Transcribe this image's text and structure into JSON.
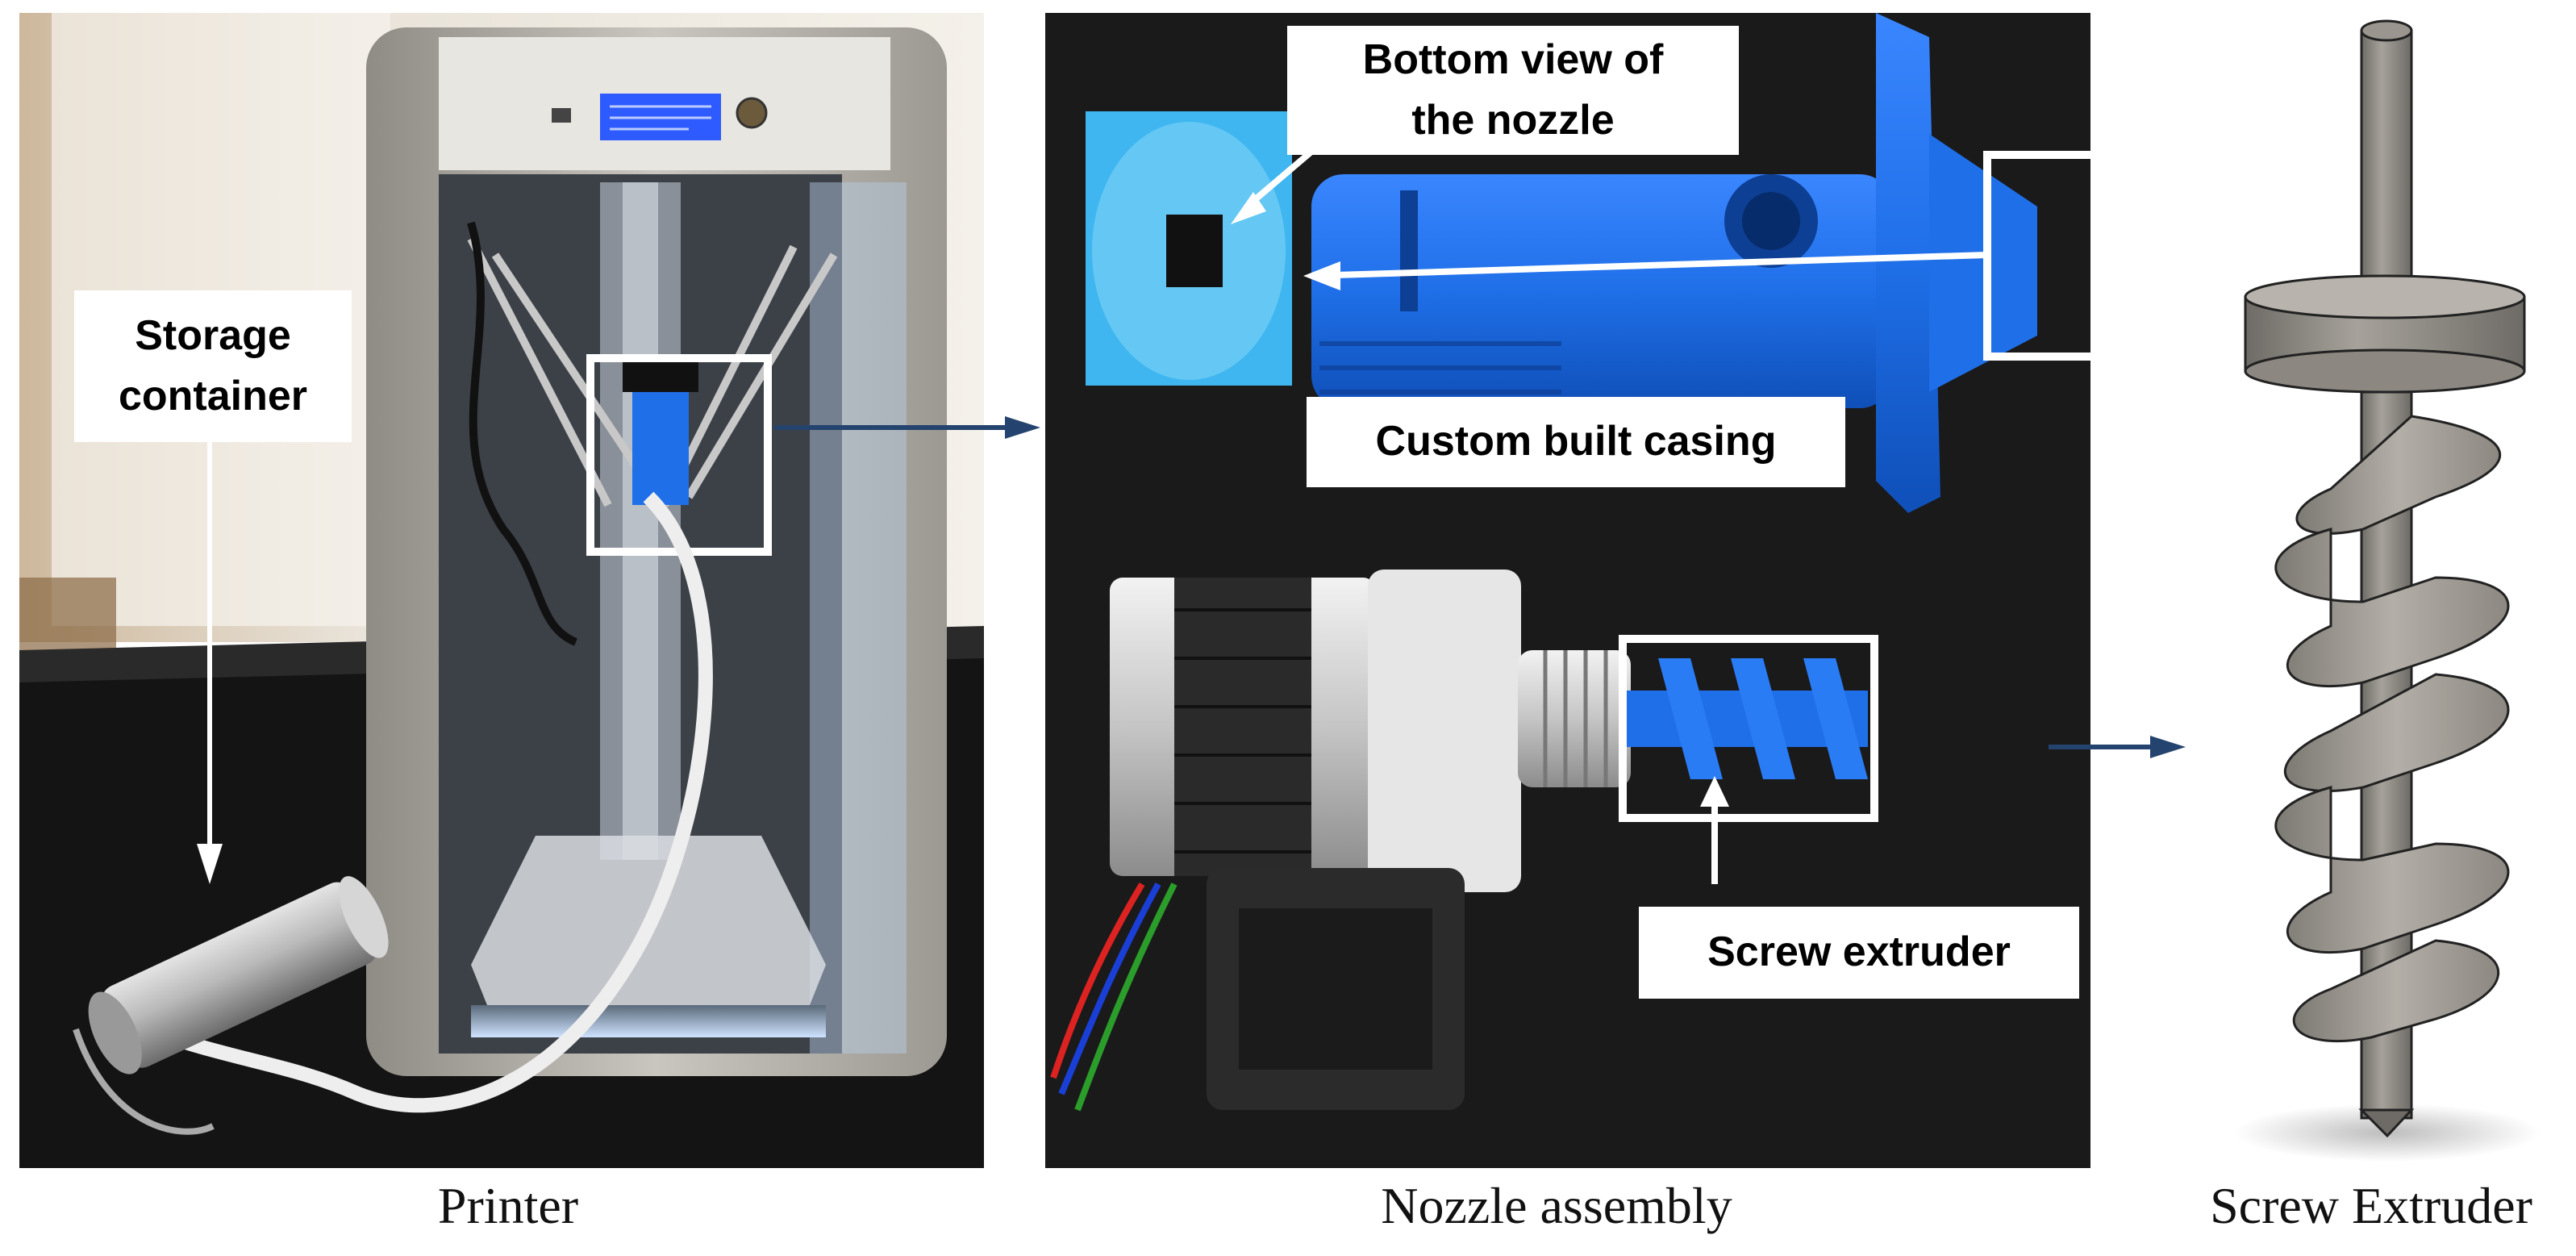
{
  "captions": {
    "printer": "Printer",
    "nozzle": "Nozzle assembly",
    "screw": "Screw Extruder"
  },
  "labels": {
    "storage_line1": "Storage",
    "storage_line2": "container",
    "bottom_view_line1": "Bottom view of",
    "bottom_view_line2": "the nozzle",
    "casing": "Custom built casing",
    "screw_extruder": "Screw extruder"
  },
  "colors": {
    "nozzle_blue": "#1f6fe8",
    "frame_gray": "#b4b1a8",
    "bench_black": "#141414",
    "screw_gray": "#8f8b84"
  }
}
